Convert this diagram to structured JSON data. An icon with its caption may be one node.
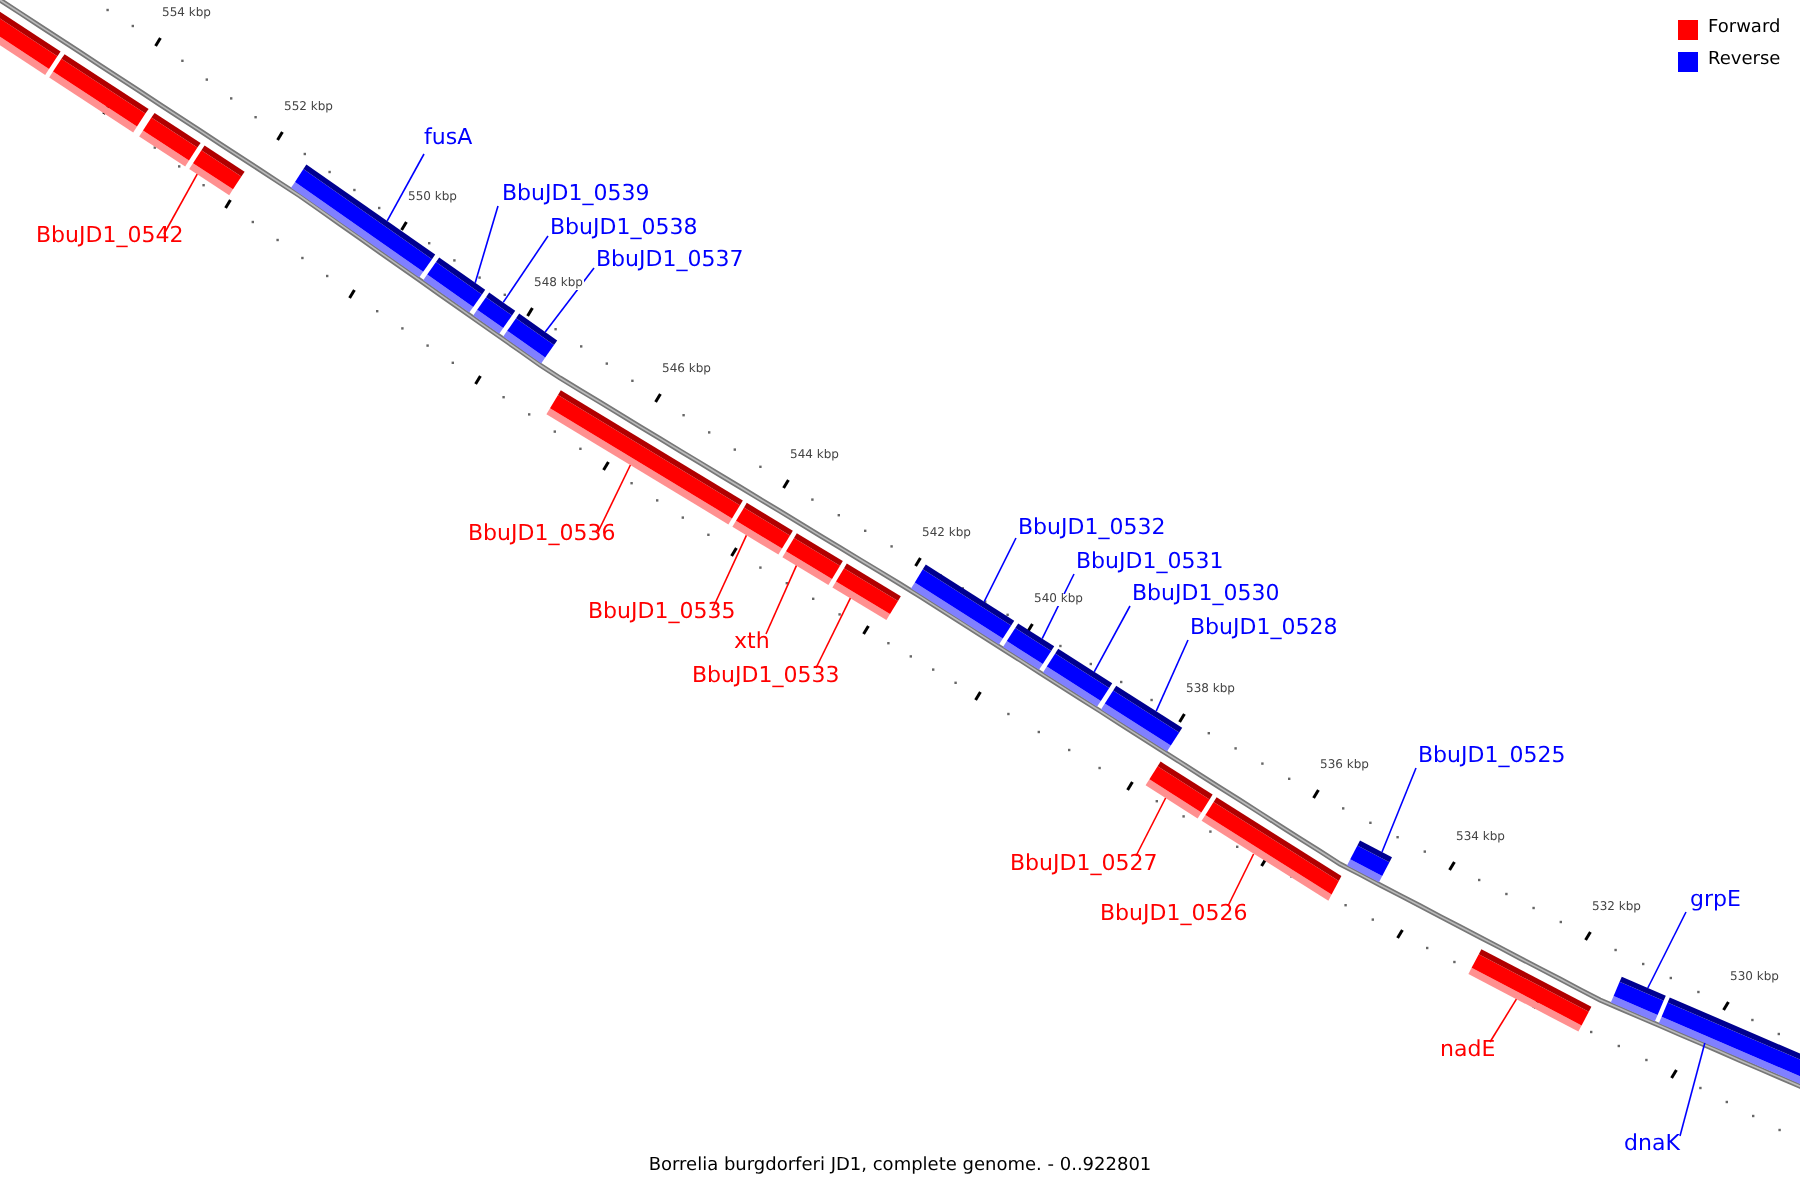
{
  "diagram": {
    "caption": "Borrelia burgdorferi JD1, complete genome. - 0..922801",
    "nodes": [
      {
        "text": [],
        "shape": "bar"
      },
      {
        "text": [],
        "shape": "bar"
      },
      {
        "text": [],
        "shape": "bar"
      },
      {
        "text": [],
        "shape": "bar"
      },
      {
        "text": [],
        "shape": "bar"
      },
      {
        "text": [],
        "shape": "bar"
      },
      {
        "text": [],
        "shape": "bar"
      },
      {
        "text": [],
        "shape": "bar"
      },
      {
        "text": [],
        "shape": "bar"
      },
      {
        "text": [],
        "shape": "bar"
      },
      {
        "text": [],
        "shape": "bar"
      },
      {
        "text": [],
        "shape": "bar"
      },
      {
        "text": [],
        "shape": "bar"
      },
      {
        "text": [],
        "shape": "bar"
      },
      {
        "text": [],
        "shape": "bar"
      },
      {
        "text": [],
        "shape": "bar"
      },
      {
        "text": [],
        "shape": "bar"
      },
      {
        "text": [],
        "shape": "bar"
      },
      {
        "text": [],
        "shape": "bar"
      },
      {
        "text": [],
        "shape": "bar"
      },
      {
        "text": [],
        "shape": "bar"
      },
      {
        "text": [],
        "shape": "bar"
      },
      {
        "text": [
          "BbuJD1_0542"
        ]
      },
      {
        "text": [
          "fusA"
        ]
      },
      {
        "text": [
          "BbuJD1_0539"
        ]
      },
      {
        "text": [
          "BbuJD1_0538"
        ]
      },
      {
        "text": [
          "BbuJD1_0537"
        ]
      },
      {
        "text": [
          "BbuJD1_0536"
        ]
      },
      {
        "text": [
          "BbuJD1_0535"
        ]
      },
      {
        "text": [
          "xth"
        ]
      },
      {
        "text": [
          "BbuJD1_0533"
        ]
      },
      {
        "text": [
          "BbuJD1_0532"
        ]
      },
      {
        "text": [
          "BbuJD1_0531"
        ]
      },
      {
        "text": [
          "BbuJD1_0530"
        ]
      },
      {
        "text": [
          "BbuJD1_0528"
        ]
      },
      {
        "text": [
          "BbuJD1_0527"
        ]
      },
      {
        "text": [
          "BbuJD1_0526"
        ]
      },
      {
        "text": [
          "BbuJD1_0525"
        ]
      },
      {
        "text": [
          "nadE"
        ]
      },
      {
        "text": [
          "grpE"
        ]
      },
      {
        "text": [
          "dnaK"
        ]
      }
    ],
    "edges": [
      {
        "from": 22,
        "to": 3,
        "arrow": "none",
        "color": "#ff0000"
      },
      {
        "from": 23,
        "to": 4,
        "arrow": "none"
      },
      {
        "from": 24,
        "to": 5,
        "arrow": "none"
      },
      {
        "from": 25,
        "to": 6,
        "arrow": "none"
      },
      {
        "from": 26,
        "to": 7,
        "arrow": "none"
      },
      {
        "from": 27,
        "to": 8,
        "arrow": "none",
        "color": "#ff0000"
      },
      {
        "from": 28,
        "to": 9,
        "arrow": "none",
        "color": "#ff0000"
      },
      {
        "from": 29,
        "to": 10,
        "arrow": "none",
        "color": "#ff0000"
      },
      {
        "from": 30,
        "to": 11,
        "arrow": "none",
        "color": "#ff0000"
      },
      {
        "from": 31,
        "to": 12,
        "arrow": "none"
      },
      {
        "from": 32,
        "to": 13,
        "arrow": "none"
      },
      {
        "from": 33,
        "to": 14,
        "arrow": "none"
      },
      {
        "from": 34,
        "to": 15,
        "arrow": "none"
      },
      {
        "from": 35,
        "to": 16,
        "arrow": "none",
        "color": "#ff0000"
      },
      {
        "from": 36,
        "to": 17,
        "arrow": "none",
        "color": "#ff0000"
      },
      {
        "from": 37,
        "to": 18,
        "arrow": "none"
      },
      {
        "from": 38,
        "to": 19,
        "arrow": "none",
        "color": "#ff0000"
      },
      {
        "from": 39,
        "to": 20,
        "arrow": "none"
      },
      {
        "from": 40,
        "to": 21,
        "arrow": "none"
      }
    ],
    "labels": [
      "554 kbp",
      "552 kbp",
      "550 kbp",
      "548 kbp",
      "546 kbp",
      "544 kbp",
      "542 kbp",
      "540 kbp",
      "538 kbp",
      "536 kbp",
      "534 kbp",
      "532 kbp",
      "530 kbp"
    ],
    "legend": [
      {
        "text": "Forward",
        "color": "#ff0000"
      },
      {
        "text": "Reverse",
        "color": "#0000ff"
      }
    ]
  }
}
